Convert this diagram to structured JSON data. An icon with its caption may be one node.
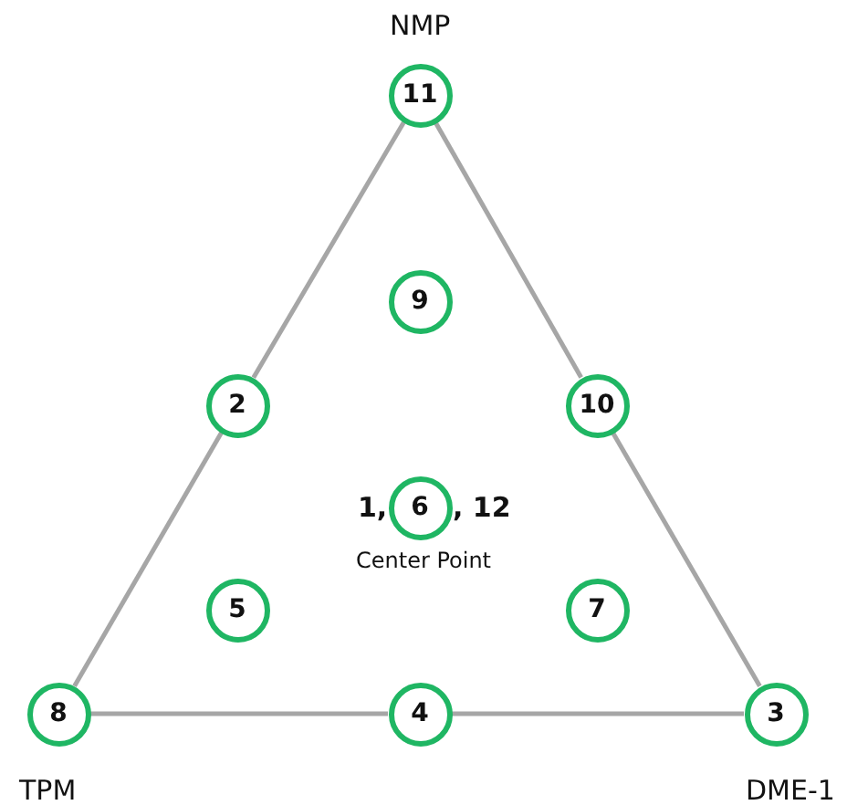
{
  "diagram": {
    "nodes": [
      {
        "text": [
          "11"
        ],
        "beside": [
          "NMP"
        ]
      },
      {
        "text": [
          "9"
        ]
      },
      {
        "text": [
          "2"
        ]
      },
      {
        "text": [
          "10"
        ]
      },
      {
        "text": [
          "6"
        ],
        "beside": [
          "1,",
          ", 12",
          "Center Point"
        ]
      },
      {
        "text": [
          "5"
        ]
      },
      {
        "text": [
          "7"
        ]
      },
      {
        "text": [
          "8"
        ],
        "beside": [
          "TPM"
        ]
      },
      {
        "text": [
          "4"
        ]
      },
      {
        "text": [
          "3"
        ],
        "beside": [
          "DME-1"
        ]
      }
    ],
    "edges": [
      {
        "from": 0,
        "to": 2,
        "arrow": "none"
      },
      {
        "from": 2,
        "to": 7,
        "arrow": "none"
      },
      {
        "from": 7,
        "to": 8,
        "arrow": "none"
      },
      {
        "from": 8,
        "to": 9,
        "arrow": "none"
      },
      {
        "from": 9,
        "to": 3,
        "arrow": "none"
      },
      {
        "from": 3,
        "to": 0,
        "arrow": "none"
      }
    ]
  }
}
